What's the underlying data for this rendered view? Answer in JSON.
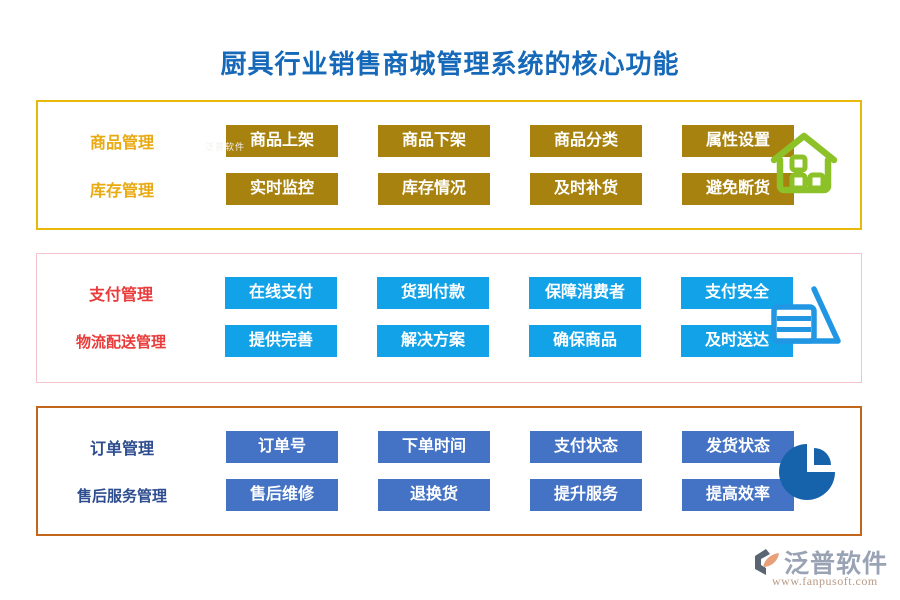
{
  "page": {
    "title": "厨具行业销售商城管理系统的核心功能",
    "title_color": "#1668b8",
    "background": "#ffffff"
  },
  "sections": [
    {
      "id": "product-inventory",
      "border_color": "#e9b90a",
      "label_color": "#e8aa12",
      "chip_color": "#a8820f",
      "icon": "warehouse-house-icon",
      "icon_color": "#8cc128",
      "rows": [
        {
          "label": "商品管理",
          "chips": [
            "商品上架",
            "商品下架",
            "商品分类",
            "属性设置"
          ]
        },
        {
          "label": "库存管理",
          "chips": [
            "实时监控",
            "库存情况",
            "及时补货",
            "避免断货"
          ]
        }
      ]
    },
    {
      "id": "payment-logistics",
      "border_color": "#f3c3cd",
      "label_color": "#ea3b3b",
      "chip_color": "#11a2e8",
      "icon": "document-triangle-icon",
      "icon_color": "#2196e3",
      "rows": [
        {
          "label": "支付管理",
          "chips": [
            "在线支付",
            "货到付款",
            "保障消费者",
            "支付安全"
          ]
        },
        {
          "label": "物流配送管理",
          "chips": [
            "提供完善",
            "解决方案",
            "确保商品",
            "及时送达"
          ]
        }
      ]
    },
    {
      "id": "order-aftersales",
      "border_color": "#c1661a",
      "label_color": "#2d4d8f",
      "chip_color": "#4472c4",
      "icon": "pie-chart-icon",
      "icon_color": "#1763ab",
      "rows": [
        {
          "label": "订单管理",
          "chips": [
            "订单号",
            "下单时间",
            "支付状态",
            "发货状态"
          ]
        },
        {
          "label": "售后服务管理",
          "chips": [
            "售后维修",
            "退换货",
            "提升服务",
            "提高效率"
          ]
        }
      ]
    }
  ],
  "logo": {
    "name_cn": "泛普软件",
    "url": "www.fanpusoft.com",
    "mark_dark": "#5a6472",
    "mark_accent": "#e8a07a"
  },
  "watermark": {
    "text": "泛普软件"
  }
}
